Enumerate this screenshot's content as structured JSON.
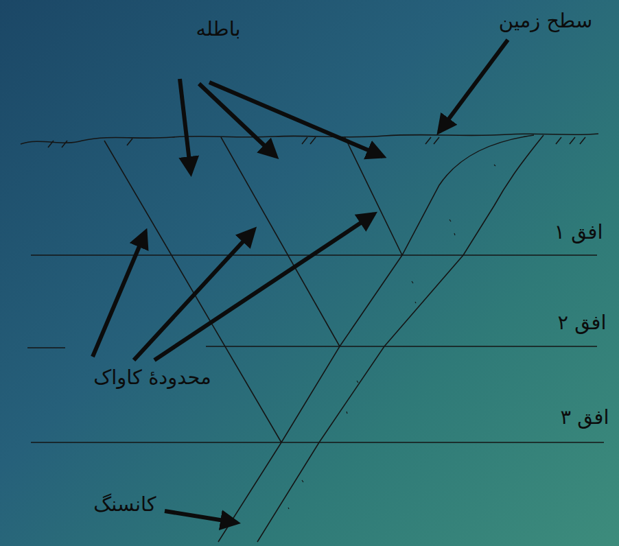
{
  "diagram": {
    "labels": [
      "باطله",
      "سطح زمین",
      "افق ۱",
      "افق ۲",
      "افق ۳",
      "محدودهٔ کاواک",
      "کانسنگ"
    ]
  }
}
